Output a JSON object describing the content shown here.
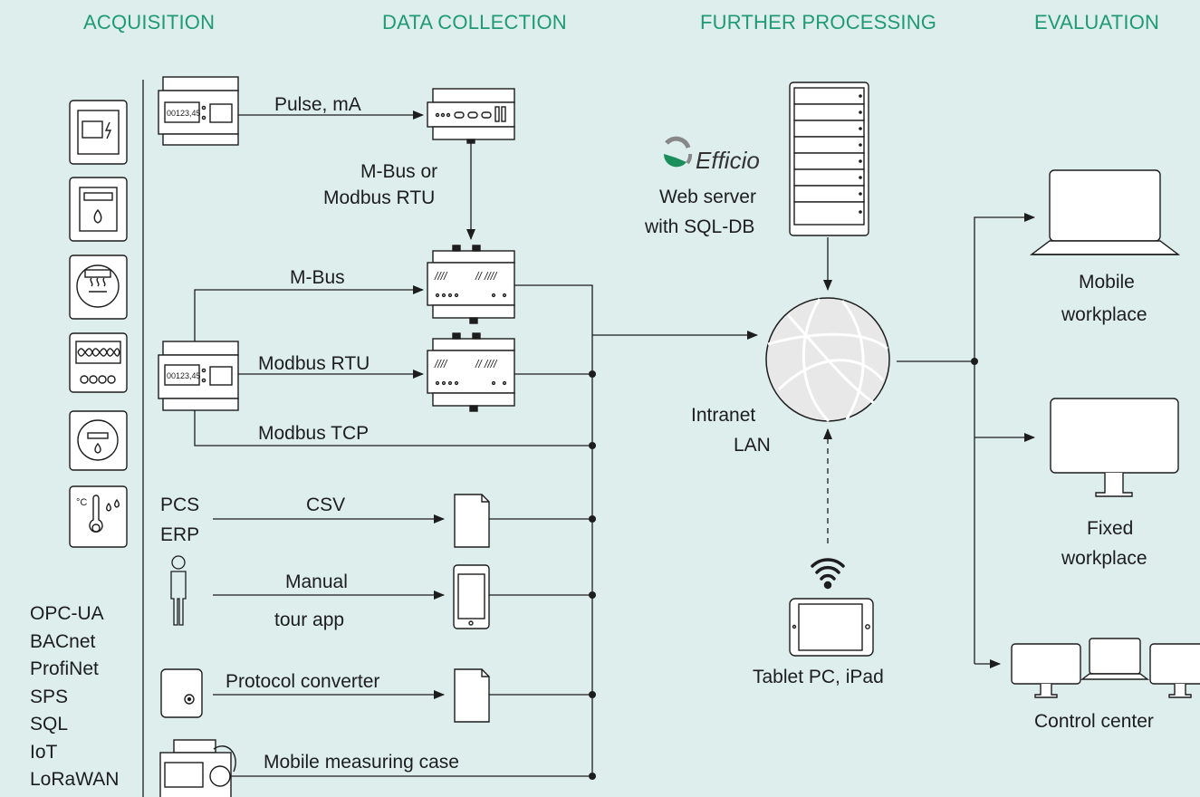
{
  "headers": {
    "acquisition": "ACQUISITION",
    "data_collection": "DATA COLLECTION",
    "further_processing": "FURTHER PROCESSING",
    "evaluation": "EVALUATION"
  },
  "meter_icons": [
    "electricity-meter-icon",
    "gas-meter-icon",
    "heat-meter-icon",
    "energy-meter-icon",
    "water-meter-icon",
    "temperature-humidity-icon"
  ],
  "connections": {
    "pulse": "Pulse, mA",
    "mbus_or_modbus_line1": "M-Bus or",
    "mbus_or_modbus_line2": "Modbus RTU",
    "mbus": "M-Bus",
    "modbus_rtu": "Modbus RTU",
    "modbus_tcp": "Modbus TCP",
    "pcs": "PCS",
    "erp": "ERP",
    "csv": "CSV",
    "manual": "Manual",
    "tour_app": "tour app",
    "protocol_converter": "Protocol converter",
    "mobile_case": "Mobile measuring case"
  },
  "protocols": [
    "OPC-UA",
    "BACnet",
    "ProfiNet",
    "SPS",
    "SQL",
    "IoT",
    "LoRaWAN"
  ],
  "server": {
    "brand": "Efficio",
    "line1": "Web server",
    "line2": "with SQL-DB"
  },
  "network": {
    "line1": "Intranet",
    "line2": "LAN"
  },
  "tablet": "Tablet PC, iPad",
  "meter_display": "00123,45",
  "evaluation": {
    "mobile_line1": "Mobile",
    "mobile_line2": "workplace",
    "fixed_line1": "Fixed",
    "fixed_line2": "workplace",
    "control_center": "Control center"
  },
  "colors": {
    "background": "#ddeeed",
    "header": "#1f9a75",
    "brand_green": "#1a8f5c"
  }
}
